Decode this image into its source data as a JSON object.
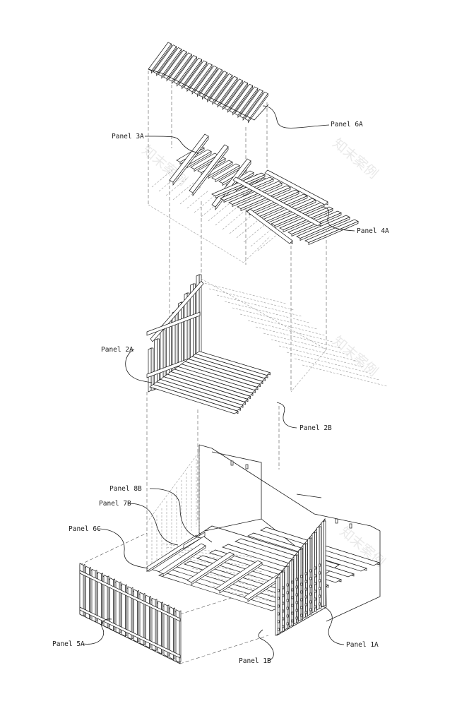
{
  "labels": {
    "panel_6a": "Panel 6A",
    "panel_3a": "Panel 3A",
    "panel_4a": "Panel 4A",
    "panel_2a": "Panel 2A",
    "panel_2b": "Panel 2B",
    "panel_8b": "Panel 8B",
    "panel_7b": "Panel 7B",
    "panel_6c": "Panel 6C",
    "panel_5a": "Panel 5A",
    "panel_1a": "Panel 1A",
    "panel_1b": "Panel 1B"
  },
  "watermark": "知末案例"
}
